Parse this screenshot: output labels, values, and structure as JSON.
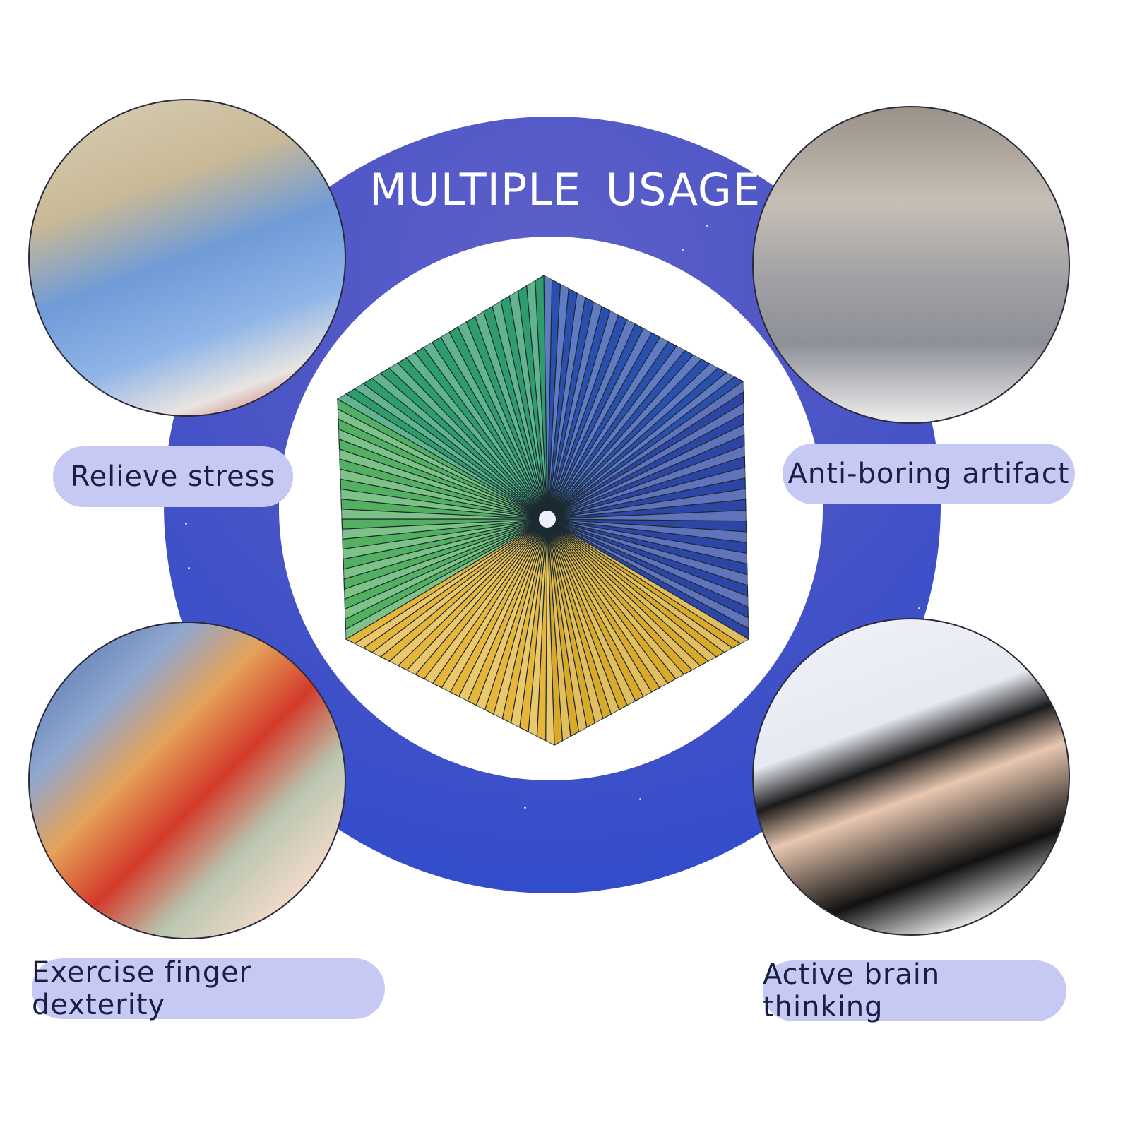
{
  "title": "MULTIPLE USAGE",
  "usages": [
    {
      "label": "Relieve stress",
      "photo": "stressed-man-at-desk"
    },
    {
      "label": "Anti-boring artifact",
      "photo": "man-sitting-thinking"
    },
    {
      "label": "Exercise finger dexterity",
      "photo": "mother-with-children"
    },
    {
      "label": "Active brain thinking",
      "photo": "woman-resting-head"
    }
  ],
  "colors": {
    "ring": "#4b55c6",
    "pill": "#c6c9f4",
    "pill_text": "#1b1d45",
    "green": "#2fa05a",
    "blue": "#2d4fb0",
    "yellow": "#e8b830"
  }
}
